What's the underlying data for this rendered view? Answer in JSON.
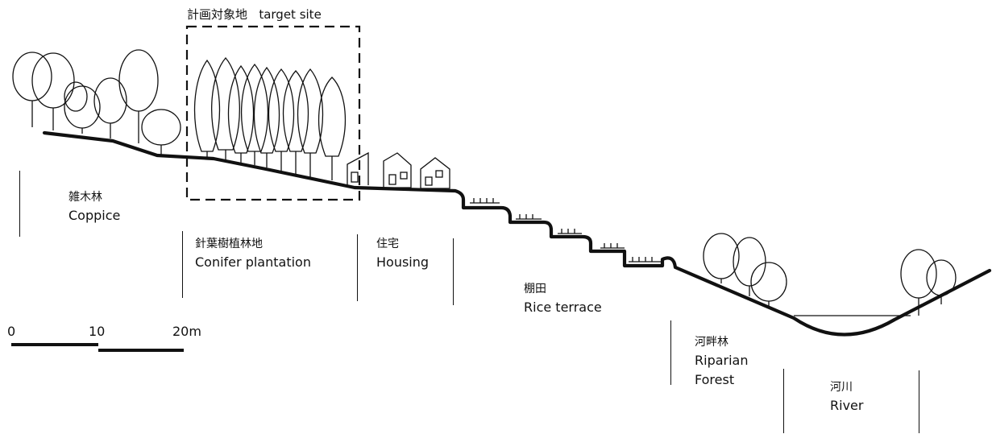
{
  "title": {
    "jp": "計画対象地",
    "en": "target site"
  },
  "zones": [
    {
      "id": "coppice",
      "jp": "雑木林",
      "en": "Coppice"
    },
    {
      "id": "conifer",
      "jp": "針葉樹植林地",
      "en": "Conifer plantation"
    },
    {
      "id": "housing",
      "jp": "住宅",
      "en": "Housing"
    },
    {
      "id": "rice",
      "jp": "棚田",
      "en": "Rice terrace"
    },
    {
      "id": "riparian",
      "jp": "河畔林",
      "en_line1": "Riparian",
      "en_line2": "Forest"
    },
    {
      "id": "river",
      "jp": "河川",
      "en": "River"
    }
  ],
  "scale": {
    "ticks": [
      "0",
      "10",
      "20m"
    ]
  },
  "colors": {
    "ink": "#111111",
    "background": "#ffffff"
  }
}
